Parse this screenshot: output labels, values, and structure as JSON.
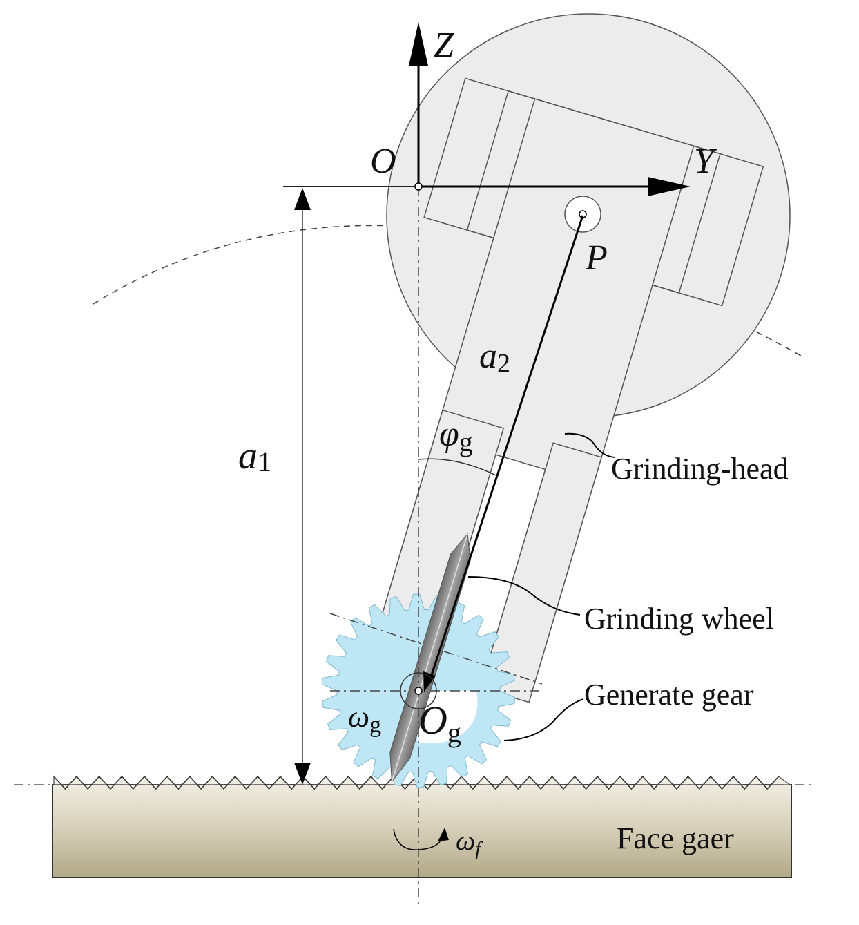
{
  "labels": {
    "axis_z": "Z",
    "axis_y": "Y",
    "origin": "O",
    "point_p": "P",
    "a1_base": "a",
    "a1_sub": "1",
    "a2_base": "a",
    "a2_sub": "2",
    "phi_base": "φ",
    "phi_sub": "g",
    "omega_g_base": "ω",
    "omega_g_sub": "g",
    "og_base": "O",
    "og_sub": "g",
    "omega_f_base": "ω",
    "omega_f_sub": "f",
    "grinding_head": "Grinding-head",
    "grinding_wheel": "Grinding wheel",
    "generate_gear": "Generate gear",
    "face_gear": "Face gaer"
  },
  "colors": {
    "head_fill": "#ececec",
    "gear_fill": "#bfe6f5",
    "face_gear_top": "#ebe7dd",
    "face_gear_bottom": "#b4ab8c",
    "wheel_fill": "#8a8a8a",
    "stroke": "#3a3a3a"
  }
}
